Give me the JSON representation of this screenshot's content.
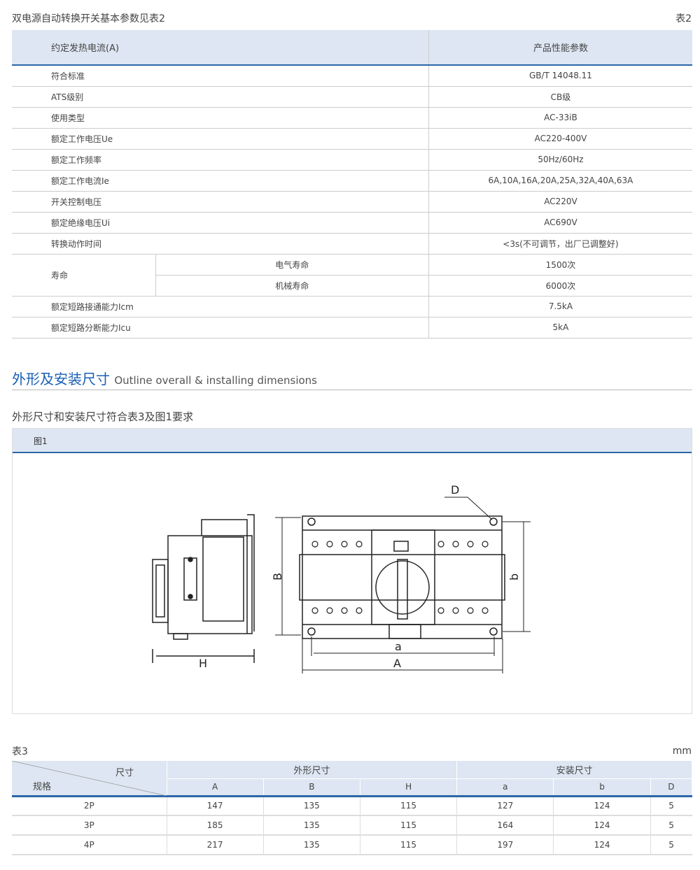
{
  "table2": {
    "caption": "双电源自动转换开关基本参数见表2",
    "label": "表2",
    "headers": [
      "约定发热电流(A)",
      "产品性能参数"
    ],
    "rows": [
      [
        "符合标准",
        "GB/T 14048.11"
      ],
      [
        "ATS级别",
        "CB级"
      ],
      [
        "使用类型",
        "AC-33iB"
      ],
      [
        "额定工作电压Ue",
        "AC220-400V"
      ],
      [
        "额定工作频率",
        "50Hz/60Hz"
      ],
      [
        "额定工作电流Ie",
        "6A,10A,16A,20A,25A,32A,40A,63A"
      ],
      [
        "开关控制电压",
        "AC220V"
      ],
      [
        "额定绝缘电压Ui",
        "AC690V"
      ],
      [
        "转换动作时间",
        "<3s(不可调节，出厂已调整好)"
      ]
    ],
    "life": {
      "label": "寿命",
      "sub": [
        [
          "电气寿命",
          "1500次"
        ],
        [
          "机械寿命",
          "6000次"
        ]
      ]
    },
    "rows2": [
      [
        "额定短路接通能力Icm",
        "7.5kA"
      ],
      [
        "额定短路分断能力Icu",
        "5kA"
      ]
    ]
  },
  "section": {
    "title_cn": "外形及安装尺寸",
    "title_en": "Outline overall & installing dimensions",
    "subtitle": "外形尺寸和安装尺寸符合表3及图1要求"
  },
  "figure": {
    "label": "图1",
    "dims": {
      "D": "D",
      "B": "B",
      "b": "b",
      "a": "a",
      "A": "A",
      "H": "H"
    }
  },
  "table3": {
    "label": "表3",
    "unit": "mm",
    "corner_top": "尺寸",
    "corner_bottom": "规格",
    "group1": "外形尺寸",
    "group2": "安装尺寸",
    "cols": [
      "A",
      "B",
      "H",
      "a",
      "b",
      "D"
    ],
    "rows": [
      [
        "2P",
        "147",
        "135",
        "115",
        "127",
        "124",
        "5"
      ],
      [
        "3P",
        "185",
        "135",
        "115",
        "164",
        "124",
        "5"
      ],
      [
        "4P",
        "217",
        "135",
        "115",
        "197",
        "124",
        "5"
      ]
    ]
  }
}
